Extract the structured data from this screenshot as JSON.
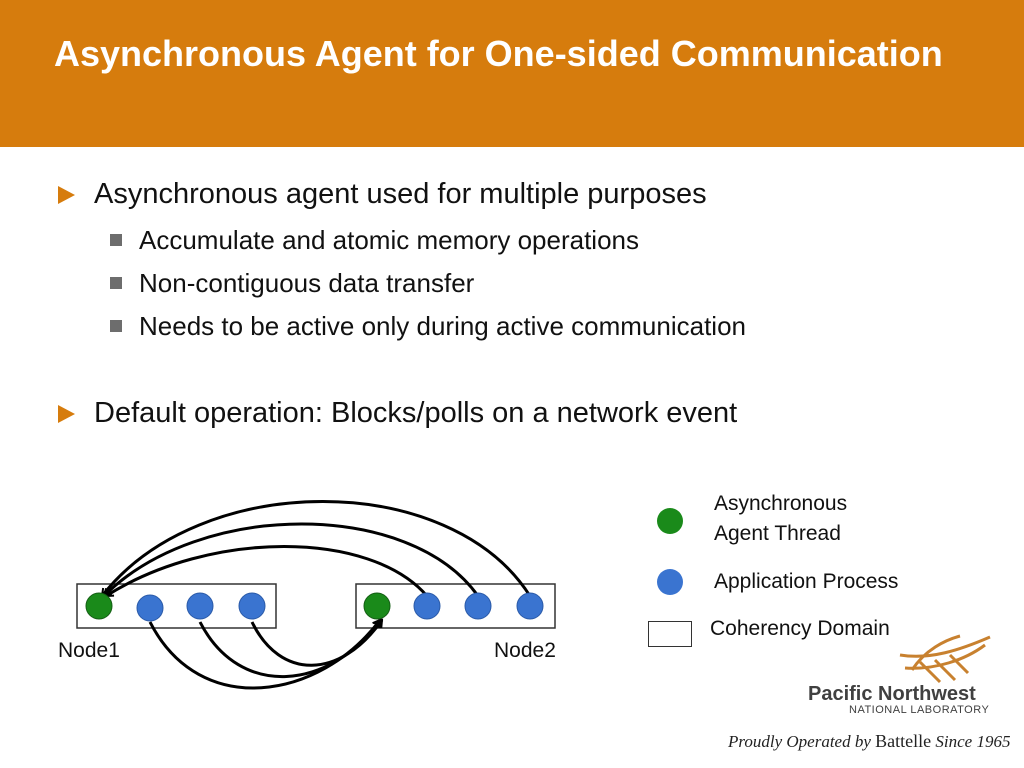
{
  "title": "Asynchronous Agent for One-sided Communication",
  "bullets": [
    {
      "text": "Asynchronous agent used for multiple purposes",
      "sub": [
        "Accumulate and atomic memory operations",
        "Non-contiguous data transfer",
        "Needs to be active only during active communication"
      ]
    },
    {
      "text": "Default operation: Blocks/polls on a network event"
    }
  ],
  "diagram": {
    "node1_label": "Node1",
    "node2_label": "Node2"
  },
  "legend": {
    "agent_line1": "Asynchronous",
    "agent_line2": "Agent Thread",
    "process": "Application Process",
    "domain": "Coherency Domain"
  },
  "colors": {
    "banner": "#d67c0d",
    "agent": "#1a8a1a",
    "process": "#3a74d0"
  },
  "footer": {
    "lab_name": "Pacific Northwest",
    "lab_sub": "NATIONAL LABORATORY",
    "proudly": "Proudly Operated by",
    "battelle": "Battelle",
    "since": "Since 1965"
  }
}
